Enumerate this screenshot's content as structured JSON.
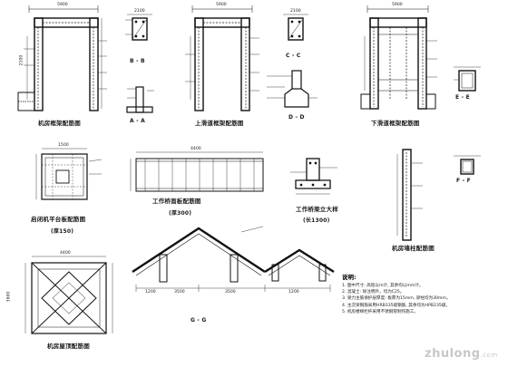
{
  "labels": {
    "machine_room_frame": "机房框架配筋图",
    "upper_guide_frame": "上滑道框架配筋图",
    "lower_guide_frame": "下滑道框架配筋图",
    "sec_B": "B - B",
    "sec_A": "A - A",
    "sec_C": "C - C",
    "sec_D": "D - D",
    "sec_E": "E - E",
    "sec_F": "F - F",
    "sec_G": "G - G",
    "motor_platform": "启闭机平台板配筋图",
    "motor_platform_thk": "(厚150)",
    "work_bridge": "工作桥面板配筋图",
    "work_bridge_thk": "(厚300)",
    "work_bridge_beam": "工作桥梁立大样",
    "work_bridge_beam_len": "(长1300)",
    "stair_column": "机房墙柱配筋图",
    "roof_plan": "机房屋顶配筋图"
  },
  "dims": {
    "d1": "5900",
    "d2": "5900",
    "d3": "5900",
    "d4": "2100",
    "d5": "2100",
    "d6": "1500",
    "d7": "4400",
    "d8": "4400",
    "d9": "1200",
    "d10": "3500",
    "d11": "3500",
    "d12": "1200",
    "d13": "3600",
    "d14": "2100"
  },
  "notes": {
    "title": "说明:",
    "lines": [
      "1. 图中尺寸: 高程以m计, 其余均以mm计。",
      "2. 混凝土: 除注明外，均为C25。",
      "3. 受力主筋保护层厚度: 板厚为15mm, 梁柱均为30mm。",
      "4. 主次梁钢筋采用HRB335级钢筋, 其余均为HPB235级。",
      "5. 机房楼梯栏杆采用不锈钢管制作施工。"
    ]
  },
  "watermark": {
    "text": "zhulong",
    "suffix": ".com"
  }
}
